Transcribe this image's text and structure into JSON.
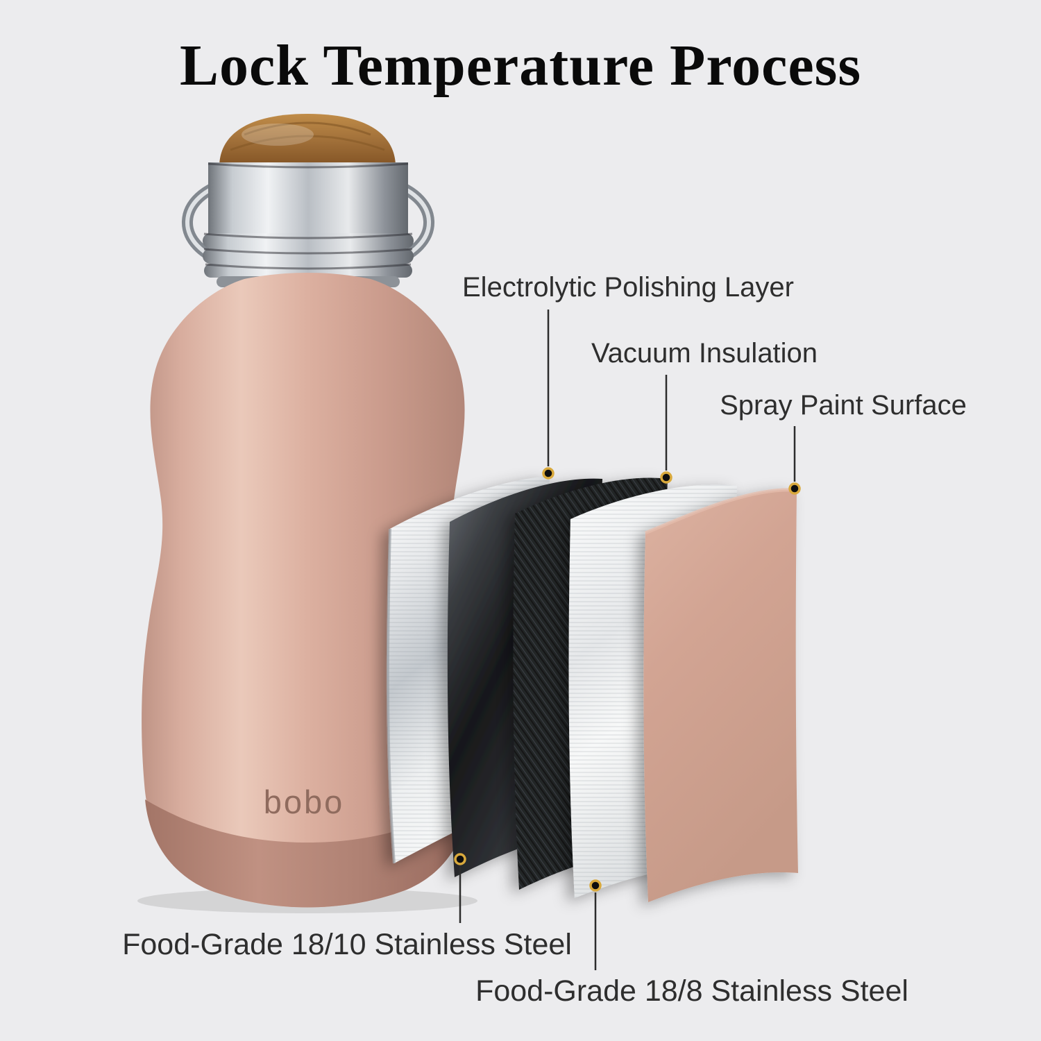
{
  "title": "Lock Temperature Process",
  "bottle": {
    "brand": "bobo",
    "body_color": "#d4a193",
    "base_color": "#a87868",
    "cap_wood_color": "#a2713a",
    "steel_color": "#c2c7cc"
  },
  "layers": [
    {
      "name": "electrolytic-polishing-layer",
      "label": "Electrolytic Polishing Layer",
      "color": "#e3e5e7"
    },
    {
      "name": "food-grade-18-10-stainless-steel",
      "label": "Food-Grade 18/10 Stainless Steel",
      "color": "#1c1d1f"
    },
    {
      "name": "vacuum-insulation",
      "label": "Vacuum Insulation",
      "color": "#26282b"
    },
    {
      "name": "food-grade-18-8-stainless-steel",
      "label": "Food-Grade 18/8 Stainless Steel",
      "color": "#eceeef"
    },
    {
      "name": "spray-paint-surface",
      "label": "Spray Paint Surface",
      "color": "#d2a493"
    }
  ],
  "callouts": [
    {
      "id": "electrolytic",
      "label": "Electrolytic Polishing Layer",
      "position": "top"
    },
    {
      "id": "vacuum",
      "label": "Vacuum Insulation",
      "position": "top"
    },
    {
      "id": "spray",
      "label": "Spray Paint Surface",
      "position": "top"
    },
    {
      "id": "steel1810",
      "label": "Food-Grade 18/10 Stainless Steel",
      "position": "bottom"
    },
    {
      "id": "steel188",
      "label": "Food-Grade 18/8 Stainless Steel",
      "position": "bottom"
    }
  ],
  "style": {
    "background_color": "#ececee",
    "title_color": "#0a0a0a",
    "label_color": "#2e2e2e",
    "leader_line_color": "#2c2c2c",
    "dot_color": "#0e0e0e",
    "dot_ring_color": "#d9a93c"
  }
}
